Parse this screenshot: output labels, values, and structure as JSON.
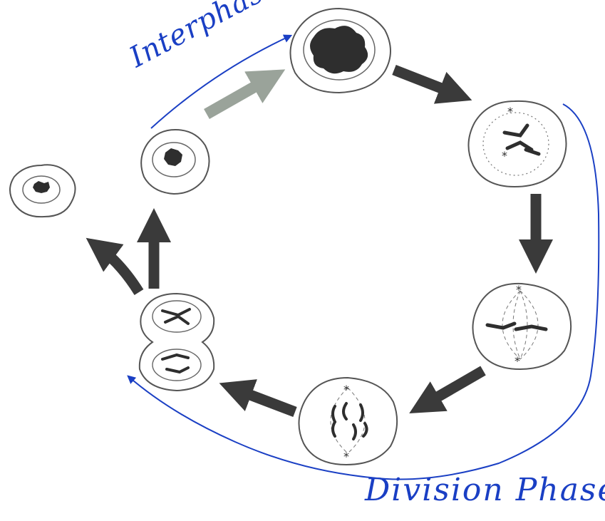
{
  "labels": {
    "interphase": "Interphase",
    "division_phase": "Division Phase"
  },
  "colors": {
    "ink": "#1a3fc4",
    "arrow": "#3a3a3a",
    "arrow_faded": "#9aa39a",
    "cell_outline": "#555555",
    "chromatin": "#2e2e2e"
  },
  "stages": [
    {
      "name": "daughter-cell",
      "icon": "cell-nucleus-small-icon"
    },
    {
      "name": "g1-cell",
      "icon": "cell-nucleus-icon"
    },
    {
      "name": "interphase-cell",
      "icon": "cell-chromatin-icon"
    },
    {
      "name": "prophase-cell",
      "icon": "cell-prophase-icon"
    },
    {
      "name": "metaphase-cell",
      "icon": "cell-metaphase-icon"
    },
    {
      "name": "anaphase-cell",
      "icon": "cell-anaphase-icon"
    },
    {
      "name": "telophase-cell",
      "icon": "cell-telophase-icon"
    }
  ]
}
